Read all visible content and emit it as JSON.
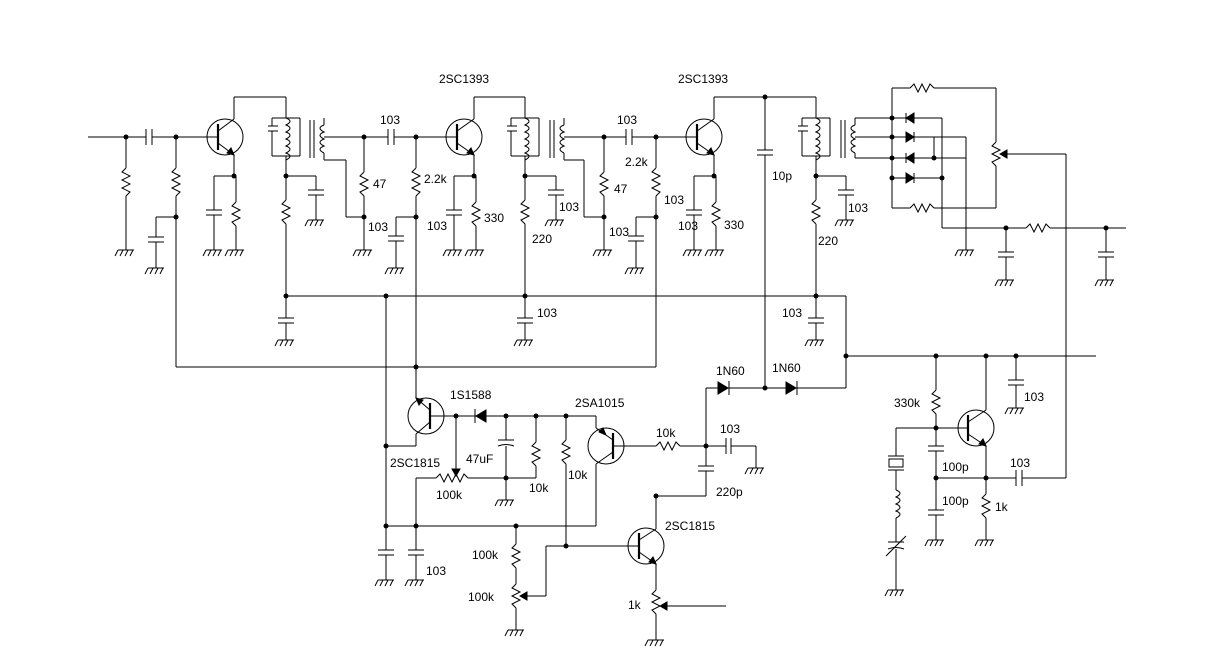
{
  "schematic": {
    "transistors": {
      "q1_part": "2SC1393",
      "q2_part": "2SC1393",
      "q_detector_bias": "2SC1815",
      "q_pnp": "2SA1015",
      "q_buffer": "2SC1815"
    },
    "diodes": {
      "d_1s1588": "1S1588",
      "d_1n60_a": "1N60",
      "d_1n60_b": "1N60"
    },
    "capacitors": {
      "c_103_a": "103",
      "c_103_b": "103",
      "c_103_c": "103",
      "c_103_d": "103",
      "c_103_e": "103",
      "c_103_f": "103",
      "c_103_g": "103",
      "c_103_h": "103",
      "c_103_i": "103",
      "c_103_j": "103",
      "c_103_k": "103",
      "c_103_l": "103",
      "c_103_m": "103",
      "c_103_n": "103",
      "c_103_o": "103",
      "c_10p": "10p",
      "c_47uf": "47uF",
      "c_220p": "220p",
      "c_100p_a": "100p",
      "c_100p_b": "100p"
    },
    "resistors": {
      "r_47_a": "47",
      "r_2k2_a": "2.2k",
      "r_330_a": "330",
      "r_220_a": "220",
      "r_47_b": "47",
      "r_2k2_b": "2.2k",
      "r_330_b": "330",
      "r_220_b": "220",
      "r_100k_pot": "100k",
      "r_10k_a": "10k",
      "r_10k_b": "10k",
      "r_10k_c": "10k",
      "r_100k_a": "100k",
      "r_100k_b": "100k",
      "r_1k_pot": "1k",
      "r_330k": "330k",
      "r_1k": "1k"
    }
  }
}
